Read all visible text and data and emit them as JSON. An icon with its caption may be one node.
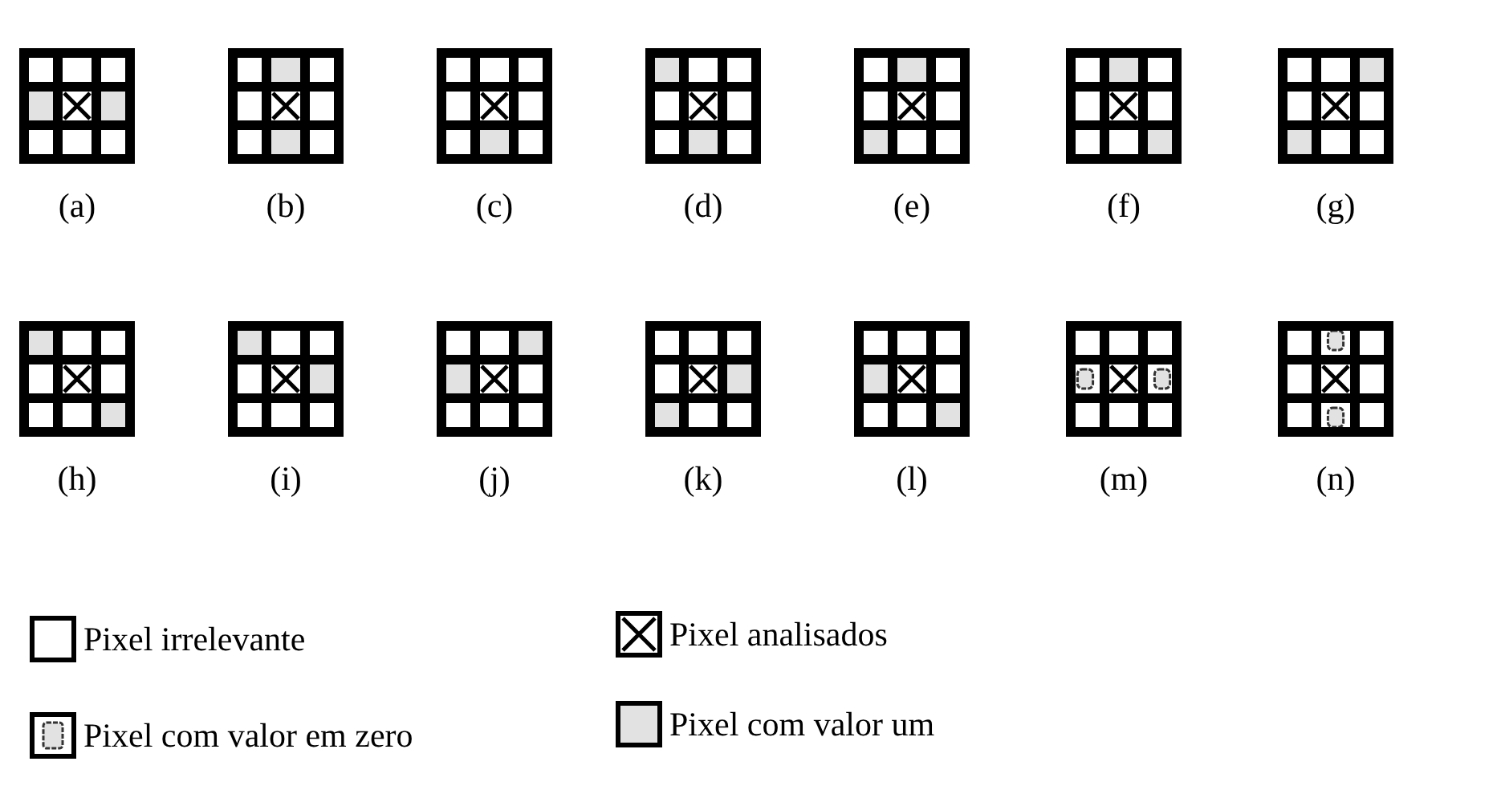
{
  "diagram": {
    "nodes": [
      {
        "text": [
          "(a)"
        ]
      },
      {
        "text": [
          "(b)"
        ]
      },
      {
        "text": [
          "(c)"
        ]
      },
      {
        "text": [
          "(d)"
        ]
      },
      {
        "text": [
          "(e)"
        ]
      },
      {
        "text": [
          "(f)"
        ]
      },
      {
        "text": [
          "(g)"
        ]
      },
      {
        "text": [
          "(h)"
        ]
      },
      {
        "text": [
          "(i)"
        ]
      },
      {
        "text": [
          "(j)"
        ]
      },
      {
        "text": [
          "(k)"
        ]
      },
      {
        "text": [
          "(l)"
        ]
      },
      {
        "text": [
          "(m)"
        ]
      },
      {
        "text": [
          "(n)"
        ]
      }
    ],
    "edges": [],
    "legend": [
      {
        "text": "Pixel irrelevante"
      },
      {
        "text": "Pixel analisados"
      },
      {
        "text": "Pixel com valor em zero"
      },
      {
        "text": "Pixel com valor um",
        "color": "#e2e2e2"
      }
    ]
  }
}
